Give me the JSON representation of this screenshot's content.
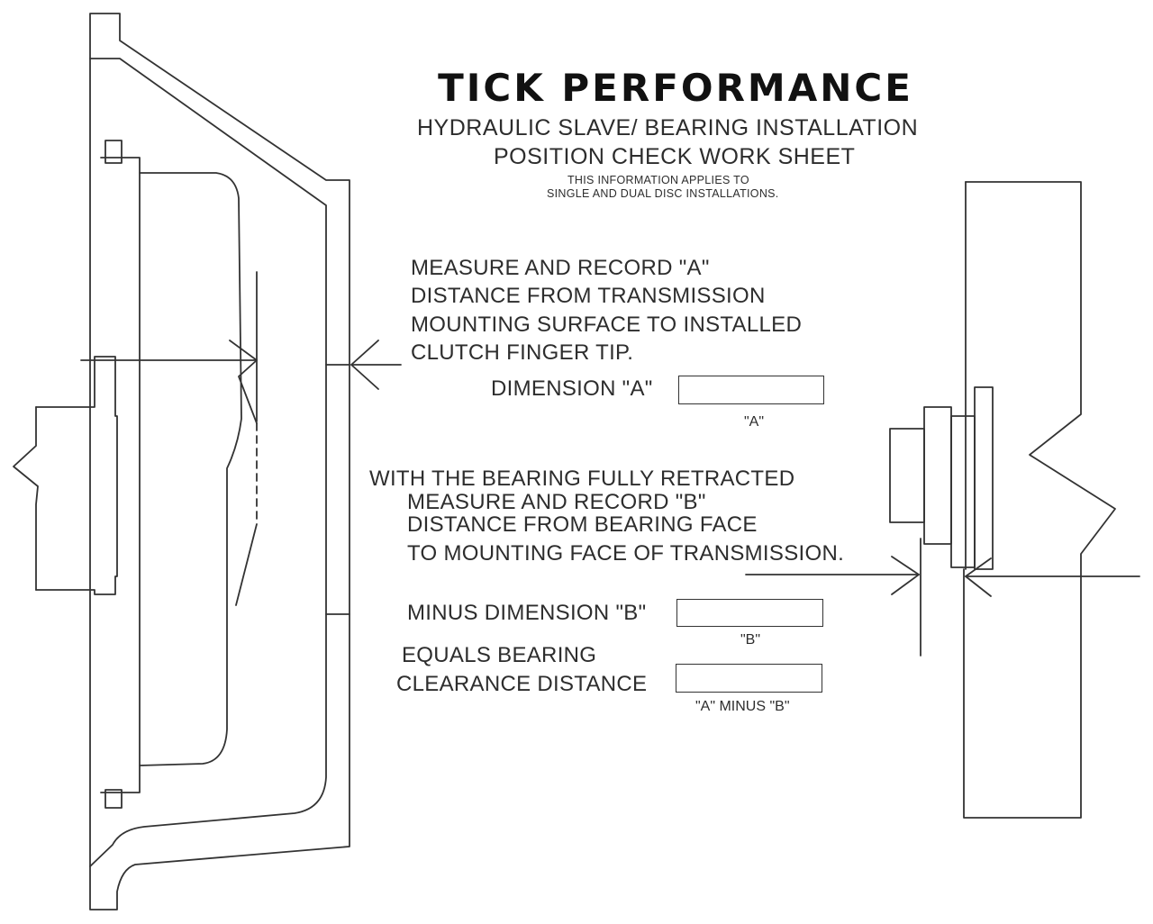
{
  "brand": {
    "logo": "TICK PERFORMANCE"
  },
  "header": {
    "title_line1": "HYDRAULIC SLAVE/ BEARING INSTALLATION",
    "title_line2": "POSITION CHECK WORK SHEET",
    "note_line1": "THIS INFORMATION APPLIES TO",
    "note_line2": "SINGLE AND DUAL DISC INSTALLATIONS."
  },
  "step_a": {
    "lines": [
      "MEASURE AND RECORD  \"A\"",
      "DISTANCE FROM TRANSMISSION",
      "MOUNTING SURFACE TO INSTALLED",
      "CLUTCH FINGER TIP."
    ],
    "field_label": "DIMENSION \"A\"",
    "field_value": "",
    "caption": "\"A\""
  },
  "step_b": {
    "lines": [
      "WITH THE BEARING FULLY RETRACTED",
      "MEASURE AND RECORD  \"B\"",
      "DISTANCE FROM BEARING FACE",
      "TO MOUNTING FACE OF TRANSMISSION."
    ],
    "field_label": "MINUS DIMENSION \"B\"",
    "field_value": "",
    "caption": "\"B\""
  },
  "result": {
    "lines": [
      "EQUALS BEARING",
      "CLEARANCE DISTANCE"
    ],
    "field_value": "",
    "caption": "\"A\" MINUS \"B\""
  },
  "colors": {
    "line": "#333333",
    "logo": "#111111"
  }
}
